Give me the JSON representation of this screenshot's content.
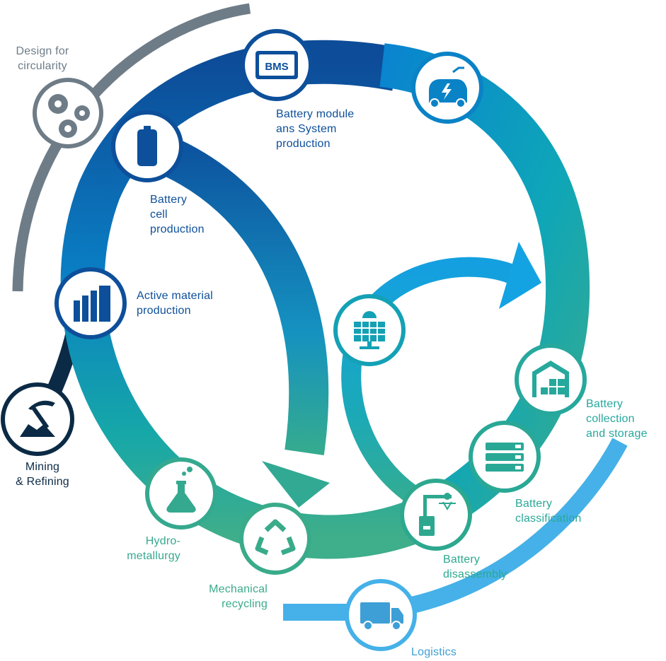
{
  "colors": {
    "design": "#6e7c87",
    "deep_blue": "#0d4f9a",
    "mid_blue": "#0a82c6",
    "teal": "#0e9fb1",
    "green": "#3bad8a",
    "light_blue": "#45b1e8",
    "mining": "#0b2a45",
    "node_outline": "#1c6cb3"
  },
  "labels": {
    "design": "Design for\ncircularity",
    "bms": "Battery module\nans System\nproduction",
    "cell": "Battery\ncell\nproduction",
    "active": "Active material\nproduction",
    "mining": "Mining\n& Refining",
    "hydro": "Hydro-\nmetallurgy",
    "mech": "Mechanical\nrecycling",
    "logistics": "Logistics",
    "disassembly": "Battery\ndisassembly",
    "classification": "Battery\nclassification",
    "collection": "Battery\ncollection\nand storage"
  },
  "icons": {
    "bms_text": "BMS",
    "design": "gears-icon",
    "bms": "bms-module-icon",
    "ev": "electric-car-icon",
    "cell": "battery-cell-icon",
    "active": "factory-icon",
    "mining": "pickaxe-icon",
    "solar": "solar-panel-icon",
    "collection": "warehouse-icon",
    "classification": "server-rack-icon",
    "disassembly": "robot-arm-icon",
    "hydro": "flask-icon",
    "mech": "recycle-icon",
    "logistics": "truck-icon"
  }
}
